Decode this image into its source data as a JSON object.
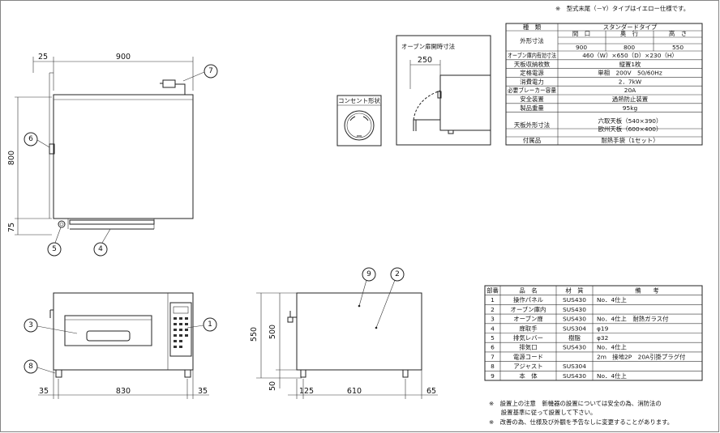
{
  "top_note": "※　型式末尾（－Y）タイプはイエロー仕様です。",
  "front_dims": {
    "d25": "25",
    "d900": "900",
    "d800": "800",
    "d75": "75"
  },
  "bottom_dims": {
    "d35a": "35",
    "d830": "830",
    "d35b": "35"
  },
  "side_dims": {
    "d550": "550",
    "d500": "500",
    "d50": "50",
    "d125": "125",
    "d610": "610",
    "d65": "65"
  },
  "callouts": {
    "c1": "1",
    "c2": "2",
    "c3": "3",
    "c4": "4",
    "c5": "5",
    "c6": "6",
    "c7": "7",
    "c8": "8",
    "c9": "9"
  },
  "outlet": {
    "label": "コンセント形状"
  },
  "door": {
    "label": "オーブン扉開時寸法",
    "dim": "250"
  },
  "spec_table": {
    "header_kind": "種　類",
    "header_type": "スタンダードタイプ",
    "outer_label": "外形寸法",
    "sub_w": "間　口",
    "sub_d": "奥　行",
    "sub_h": "高　さ",
    "val_w": "900",
    "val_d": "800",
    "val_h": "550",
    "rows": [
      {
        "label": "オーブン庫内有効寸法",
        "value": "460（W）×650（D）×230（H）"
      },
      {
        "label": "天板収納枚数",
        "value": "縦置1枚"
      },
      {
        "label": "定格電源",
        "value": "単相　200V　50/60Hz"
      },
      {
        "label": "消費電力",
        "value": "2．7kW"
      },
      {
        "label": "必要ブレーカー容量",
        "value": "20A"
      },
      {
        "label": "安全装置",
        "value": "過熱防止装置"
      },
      {
        "label": "製品重量",
        "value": "95kg"
      }
    ],
    "plate_label": "天板外形寸法",
    "plate_v1": "六取天板（540×390）",
    "plate_v2": "欧州天板（600×400）",
    "acc_label": "付属品",
    "acc_value": "耐熱手袋（1セット）"
  },
  "parts_table": {
    "headers": [
      "部番",
      "品　名",
      "材　質",
      "備　　考"
    ],
    "rows": [
      [
        "1",
        "操作パネル",
        "SUS430",
        "No．4仕上"
      ],
      [
        "2",
        "オーブン庫内",
        "SUS430",
        ""
      ],
      [
        "3",
        "オーブン扉",
        "SUS430",
        "No．4仕上　耐熱ガラス付"
      ],
      [
        "4",
        "扉取手",
        "SUS304",
        "φ19"
      ],
      [
        "5",
        "排気レバー",
        "樹脂",
        "φ32"
      ],
      [
        "6",
        "排気口",
        "SUS430",
        "No．4仕上"
      ],
      [
        "7",
        "電源コード",
        "",
        "2m　接地2P　20A引掛プラグ付"
      ],
      [
        "8",
        "アジャスト",
        "SUS304",
        ""
      ],
      [
        "9",
        "本　体",
        "SUS430",
        "No．4仕上"
      ]
    ]
  },
  "notes": [
    "※　設置上の注意　新機器の設置については安全の為、消防法の",
    "　　設置基準に従って設置して下さい。",
    "※　改善の為、仕様及び外観を予告なしに変更することがあります。"
  ]
}
